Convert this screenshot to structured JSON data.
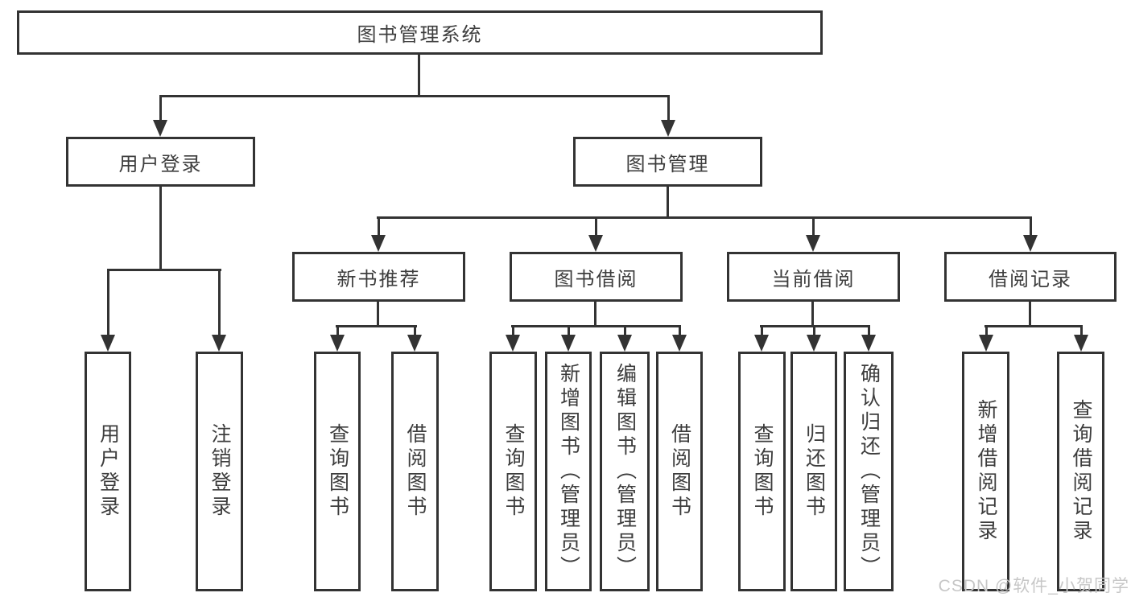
{
  "watermark": {
    "text": "CSDN @软件_小贺同学"
  },
  "colors": {
    "line": "#333333",
    "text": "#3d3d3d",
    "watermark": "#c7c7c7",
    "background": "#ffffff"
  },
  "tree": {
    "root": {
      "label": "图书管理系统"
    },
    "branches": [
      {
        "label": "用户登录",
        "children": [
          {
            "label": "用户登录"
          },
          {
            "label": "注销登录"
          }
        ]
      },
      {
        "label": "图书管理",
        "children": [
          {
            "label": "新书推荐",
            "children": [
              {
                "label": "查询图书"
              },
              {
                "label": "借阅图书"
              }
            ]
          },
          {
            "label": "图书借阅",
            "children": [
              {
                "label": "查询图书"
              },
              {
                "label": "新增图书（管理员）"
              },
              {
                "label": "编辑图书（管理员）"
              },
              {
                "label": "借阅图书"
              }
            ]
          },
          {
            "label": "当前借阅",
            "children": [
              {
                "label": "查询图书"
              },
              {
                "label": "归还图书"
              },
              {
                "label": "确认归还（管理员）"
              }
            ]
          },
          {
            "label": "借阅记录",
            "children": [
              {
                "label": "新增借阅记录"
              },
              {
                "label": "查询借阅记录"
              }
            ]
          }
        ]
      }
    ]
  }
}
